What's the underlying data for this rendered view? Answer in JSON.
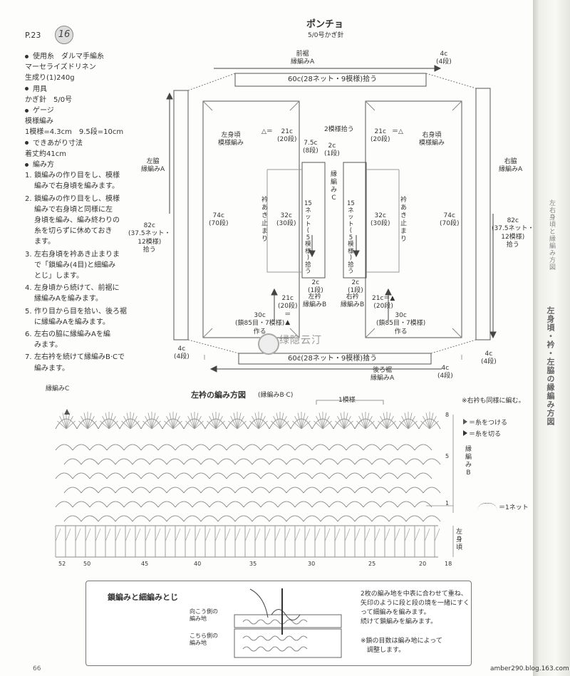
{
  "header": {
    "page_ref": "P.23",
    "pattern_no": "16"
  },
  "instructions": {
    "yarn_head": "使用糸　ダルマ手編糸",
    "yarn_name": "マーセライズドリネン",
    "yarn_amount": "生成り(1)240g",
    "tools_head": "用具",
    "tools_value": "かぎ針　5/0号",
    "gauge_head": "ゲージ",
    "gauge_label": "模様編み",
    "gauge_value": "1模様=4.3cm　9.5段=10cm",
    "size_head": "できあがり寸法",
    "size_value": "着丈約41cm",
    "method_head": "編み方",
    "steps": [
      [
        "鎖編みの作り目をし、模様",
        "編みで右身頃を編みます。"
      ],
      [
        "鎖編みの作り目をし、模様",
        "編みで右身頃と同様に左",
        "身頃を編み、編み終わりの",
        "糸を切らずに休めておき",
        "ます。"
      ],
      [
        "左右身頃を衿あき止まりま",
        "で「鎖編み(4目)と細編み",
        "とじ」します。"
      ],
      [
        "左身頃から続けて、前裾に",
        "縁編みAを編みます。"
      ],
      [
        "作り目から目を拾い、後ろ裾",
        "に縁編みAを編みます。"
      ],
      [
        "左右の脇に縁編みAを編",
        "みます。"
      ],
      [
        "左右衿を続けて縁編みB·Cで",
        "編みます。"
      ]
    ]
  },
  "diagram": {
    "title": "ポンチョ",
    "subtitle": "5/0号かぎ針",
    "front_hem": [
      "前裾",
      "縁編みA"
    ],
    "hem_size": "60c(28ネット・9模様)拾う",
    "corner": [
      "4c",
      "(4段)"
    ],
    "left_body": [
      "左身頃",
      "模様編み"
    ],
    "right_body": [
      "右身頃",
      "模様編み"
    ],
    "top_21": [
      "21c",
      "(20段)"
    ],
    "tri_eq": "△＝",
    "eq_tri": "＝△",
    "neck_75": [
      "7.5c",
      "(8段)"
    ],
    "neck_2c": [
      "2c",
      "(1段)"
    ],
    "two_patterns": "2模様拾う",
    "edge_c": [
      "縁",
      "編",
      "み",
      "C"
    ],
    "left_side": [
      "左脇",
      "縁編みA"
    ],
    "right_side": [
      "右脇",
      "縁編みA"
    ],
    "side_82": [
      "82c",
      "(37.5ネット・",
      "12模様)",
      "拾う"
    ],
    "body_74": [
      "74c",
      "(70段)"
    ],
    "neck_open": [
      "衿",
      "あ",
      "き",
      "止",
      "ま",
      "り"
    ],
    "neck_32": [
      "32c",
      "(30段)"
    ],
    "pick_15": [
      "15",
      "ネ",
      "ッ",
      "ト",
      "(",
      "5",
      "模",
      "様",
      ")",
      "拾",
      "う"
    ],
    "bottom_2c": [
      "2c",
      "(1段)"
    ],
    "left_collar": [
      "左衿",
      "縁編みB"
    ],
    "right_collar": [
      "右衿",
      "縁編みB"
    ],
    "bot_21_left": [
      "21c",
      "(20段)",
      "＝",
      "▲"
    ],
    "bot_21_right": [
      "21c＝▲",
      "(20段)"
    ],
    "base_30": [
      "30c",
      "(鎖85目・7模様)",
      "作る"
    ],
    "back_hem": [
      "後ろ裾",
      "縁編みA"
    ]
  },
  "watermark": "绿隐云汀",
  "chart": {
    "edge_c_label": "縁編みC",
    "title": "左衿の編み方図",
    "title_sub": "(縁編みB·C)",
    "one_pattern": "1模様",
    "note_right": "※右衿も同様に編む。",
    "legend_join": "＝糸をつける",
    "legend_cut": "＝糸を切る",
    "legend_net": "＝1ネット",
    "edge_b": [
      "縁",
      "編",
      "み",
      "B"
    ],
    "left_body": [
      "左",
      "身",
      "頃"
    ],
    "row_nums": [
      "8",
      "5",
      "1"
    ],
    "col_nums": [
      "52",
      "50",
      "45",
      "40",
      "35",
      "30",
      "25",
      "20",
      "18"
    ]
  },
  "box": {
    "title": "鎖編みと細編みとじ",
    "far_side": [
      "向こう側の",
      "編み地"
    ],
    "near_side": [
      "こちら側の",
      "編み地"
    ],
    "text": [
      "2枚の編み地を中表に合わせて重ね、",
      "矢印のように段と段の境を一緒にすく",
      "って細編みを編みます。",
      "続けて鎖編みを編みます。"
    ],
    "note": [
      "※鎖の目数は編み地によって",
      "　調整します。"
    ]
  },
  "spine": {
    "text1": "左身頃・衿・左脇の縁編み方図",
    "text2": "左右身頃と縁編み方図"
  },
  "footer": {
    "page_no": "66",
    "source": "amber290.blog.163.com"
  }
}
